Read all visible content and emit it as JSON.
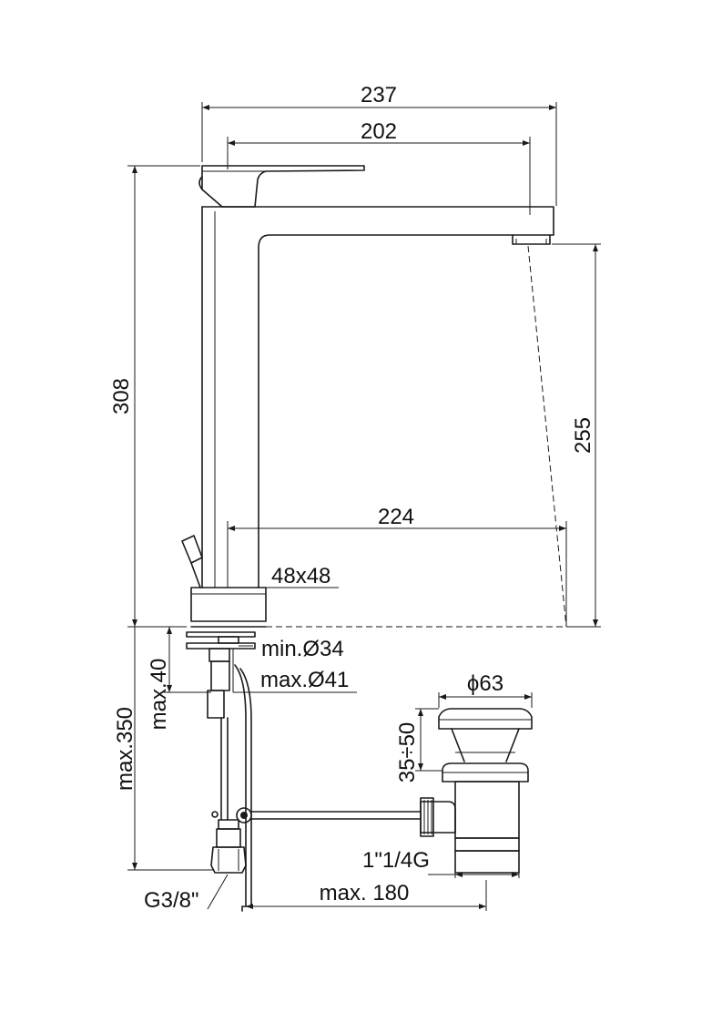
{
  "colors": {
    "line": "#1a1a1a",
    "background": "#ffffff"
  },
  "dimensions": {
    "total_width": "237",
    "spout_reach": "202",
    "total_height": "308",
    "spout_height": "255",
    "spout_projection": "224",
    "body_section": "48x48",
    "hole_min": "min.Ø34",
    "hole_max": "max.Ø41",
    "deck_thickness": "max.40",
    "hose_length": "max.350",
    "waste_diameter": "ϕ63",
    "waste_lift": "35÷50",
    "waste_thread": "1\"1/4G",
    "trap_distance": "max. 180",
    "connection_thread": "G3/8\""
  }
}
